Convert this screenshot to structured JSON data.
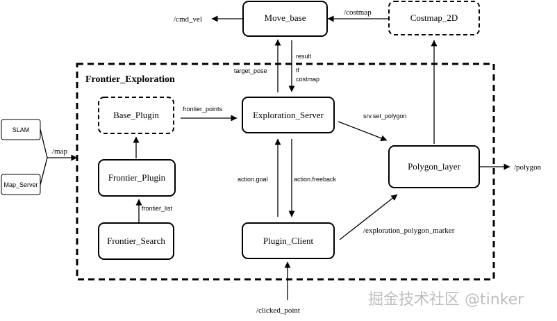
{
  "group": {
    "title": "Frontier_Exploration"
  },
  "nodes": {
    "move_base": "Move_base",
    "costmap_2d": "Costmap_2D",
    "base_plugin": "Base_Plugin",
    "exploration_server": "Exploration_Server",
    "frontier_plugin": "Frontier_Plugin",
    "frontier_search": "Frontier_Search",
    "plugin_client": "Plugin_Client",
    "polygon_layer": "Polygon_layer",
    "slam": "SLAM",
    "map_server": "Map_Server"
  },
  "edges": {
    "cmd_vel": "/cmd_vel",
    "costmap_topic": "/costmap",
    "target_pose": "target_pose",
    "result": "result",
    "tf": "tf",
    "costmap": "costmap",
    "frontier_points": "frontier_points",
    "srv_set_polygon": "srv.set_polygon",
    "map": "/map",
    "frontier_list": "frontier_list",
    "action_goal": "action.goal",
    "action_freeback": "action.freeback",
    "polygon": "/polygon",
    "exploration_polygon_marker": "/exploration_polygon_marker",
    "clicked_point": "/clicked_point"
  },
  "watermark": "掘金技术社区 @tinker",
  "colors": {
    "line": "#000000",
    "watermark": "#bdbdbd"
  }
}
